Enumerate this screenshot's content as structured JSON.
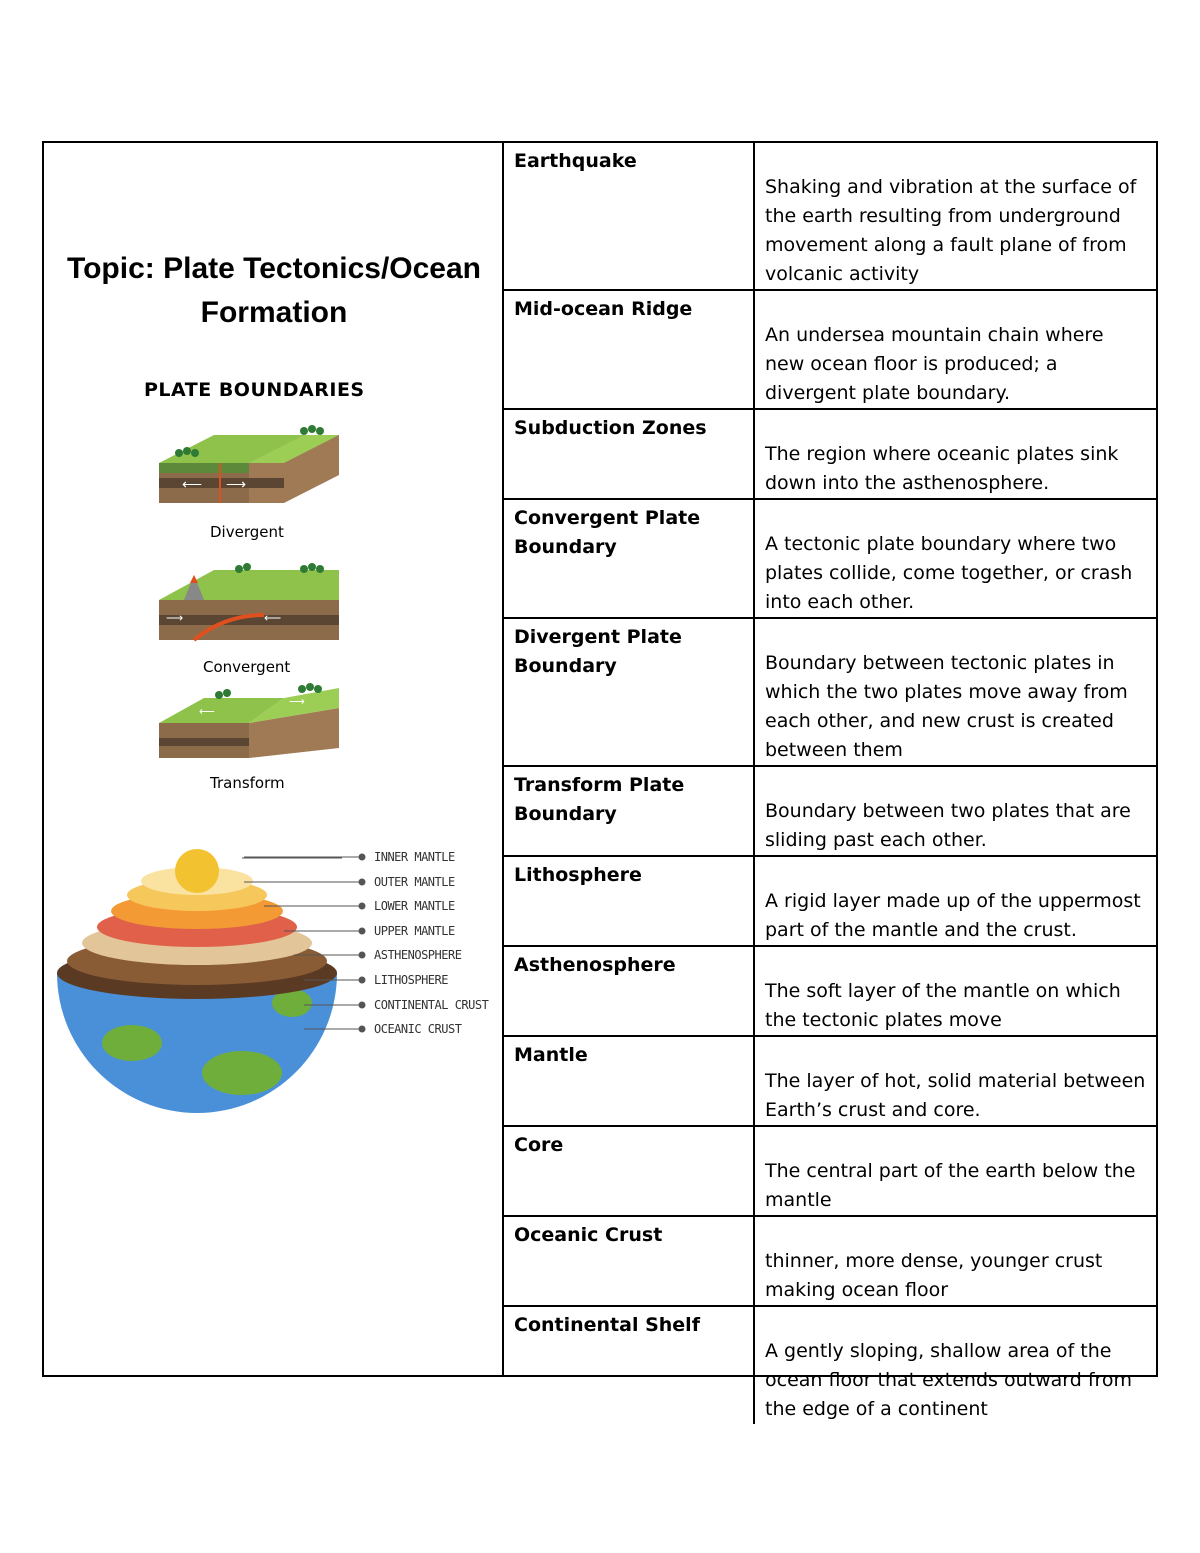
{
  "topic": "Topic: Plate Tectonics/Ocean Formation",
  "plate_boundaries": {
    "title": "PLATE BOUNDARIES",
    "types": [
      "Divergent",
      "Convergent",
      "Transform"
    ]
  },
  "earth_layers": [
    "INNER MANTLE",
    "OUTER MANTLE",
    "LOWER MANTLE",
    "UPPER MANTLE",
    "ASTHENOSPHERE",
    "LITHOSPHERE",
    "CONTINENTAL CRUST",
    "OCEANIC CRUST"
  ],
  "terms": [
    {
      "term": "Earthquake",
      "definition": "Shaking and vibration at the surface of the earth resulting from underground movement along a fault plane of from volcanic activity"
    },
    {
      "term": "Mid-ocean Ridge",
      "definition": "An undersea mountain chain where new ocean floor is produced; a divergent plate boundary."
    },
    {
      "term": "Subduction Zones",
      "definition": "The region where oceanic plates sink down into the asthenosphere."
    },
    {
      "term": "Convergent Plate Boundary",
      "definition": "A tectonic plate boundary where two plates collide, come together, or crash into each other."
    },
    {
      "term": "Divergent Plate Boundary",
      "definition": "Boundary between tectonic plates in which the two plates move away from each other, and new crust is created between them"
    },
    {
      "term": "Transform Plate Boundary",
      "definition": "Boundary between two plates that are sliding past each other."
    },
    {
      "term": "Lithosphere",
      "definition": "A rigid layer made up of the uppermost part of the mantle and the crust."
    },
    {
      "term": "Asthenosphere",
      "definition": "The soft layer of the mantle on which the tectonic plates move"
    },
    {
      "term": "Mantle",
      "definition": "The layer of hot, solid material between Earth’s crust and core."
    },
    {
      "term": "Core",
      "definition": "The central part of the earth below the mantle"
    },
    {
      "term": "Oceanic Crust",
      "definition": "thinner, more dense, younger crust making ocean floor"
    },
    {
      "term": "Continental Shelf",
      "definition": "A gently sloping, shallow area of the ocean floor that extends outward from the edge of a continent"
    }
  ]
}
